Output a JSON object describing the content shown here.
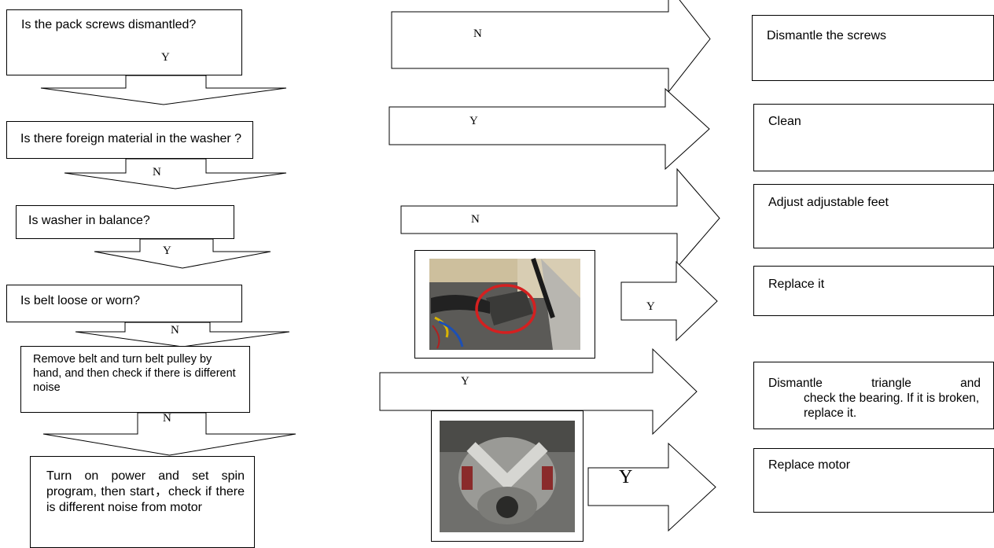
{
  "questions": [
    {
      "text": "Is the pack screws dismantled?",
      "down_label": "Y",
      "right_label": "N"
    },
    {
      "text": "Is there foreign material in the washer ?",
      "down_label": "N",
      "right_label": "Y"
    },
    {
      "text": "Is washer in balance?",
      "down_label": "Y",
      "right_label": "N"
    },
    {
      "text": "Is belt loose or worn?",
      "down_label": "N",
      "right_label": "Y"
    },
    {
      "text": "Remove belt and turn belt pulley by hand, and then check if there is different noise",
      "down_label": "N",
      "right_label": "Y"
    },
    {
      "text": "Turn on power and set spin program, then start，check if there is different noise from motor",
      "right_label": "Y"
    }
  ],
  "actions": [
    {
      "text": "Dismantle the screws"
    },
    {
      "text": "Clean"
    },
    {
      "text": "Adjust adjustable feet"
    },
    {
      "text": "Replace it"
    },
    {
      "text": "Dismantle triangle and check the bearing. If it is broken, replace it."
    },
    {
      "text": "Replace motor"
    }
  ],
  "photos": [
    {
      "subject": "belt-and-pulley-photo",
      "highlight_color": "#d42020"
    },
    {
      "subject": "motor-photo"
    }
  ],
  "colors": {
    "stroke": "#000000",
    "fill": "#ffffff"
  }
}
